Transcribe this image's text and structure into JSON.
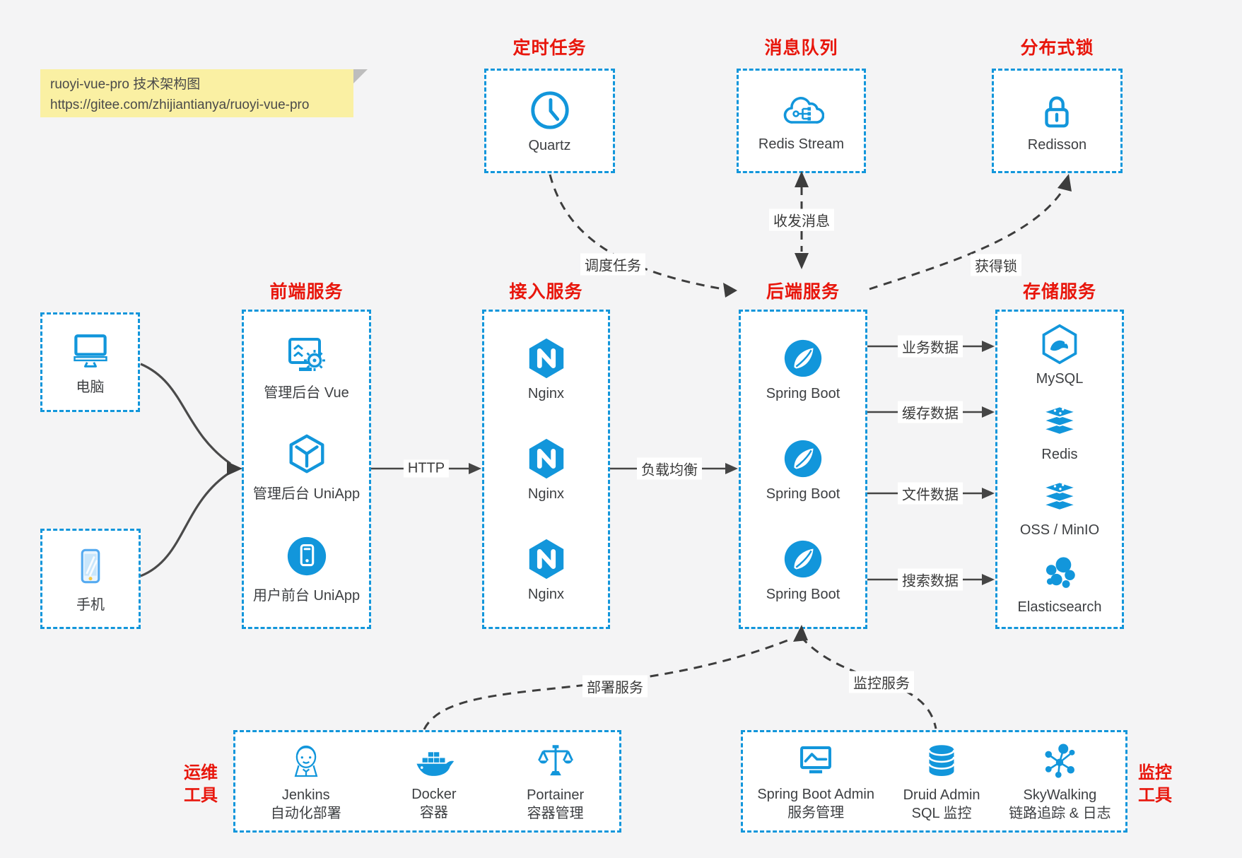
{
  "note": {
    "line1": "ruoyi-vue-pro 技术架构图",
    "line2": "https://gitee.com/zhijiantianya/ruoyi-vue-pro"
  },
  "colors": {
    "accent_blue": "#1296db",
    "title_red": "#e8160c",
    "note_yellow": "#faf0a3",
    "arrow_dark": "#454545"
  },
  "groups": {
    "scheduler": {
      "title": "定时任务",
      "items": [
        {
          "label": "Quartz",
          "icon": "clock-icon"
        }
      ]
    },
    "mq": {
      "title": "消息队列",
      "items": [
        {
          "label": "Redis Stream",
          "icon": "cloud-stream-icon"
        }
      ]
    },
    "lock": {
      "title": "分布式锁",
      "items": [
        {
          "label": "Redisson",
          "icon": "padlock-icon"
        }
      ]
    },
    "frontend": {
      "title": "前端服务",
      "items": [
        {
          "label": "管理后台 Vue",
          "icon": "admin-screen-gear-icon"
        },
        {
          "label": "管理后台 UniApp",
          "icon": "uniapp-cube-icon"
        },
        {
          "label": "用户前台 UniApp",
          "icon": "phone-circle-icon"
        }
      ]
    },
    "gateway": {
      "title": "接入服务",
      "items": [
        {
          "label": "Nginx",
          "icon": "nginx-icon"
        },
        {
          "label": "Nginx",
          "icon": "nginx-icon"
        },
        {
          "label": "Nginx",
          "icon": "nginx-icon"
        }
      ]
    },
    "backend": {
      "title": "后端服务",
      "items": [
        {
          "label": "Spring Boot",
          "icon": "spring-leaf-icon"
        },
        {
          "label": "Spring Boot",
          "icon": "spring-leaf-icon"
        },
        {
          "label": "Spring Boot",
          "icon": "spring-leaf-icon"
        }
      ]
    },
    "storage": {
      "title": "存储服务",
      "items": [
        {
          "label": "MySQL",
          "icon": "mysql-dolphin-icon"
        },
        {
          "label": "Redis",
          "icon": "redis-stack-icon"
        },
        {
          "label": "OSS / MinIO",
          "icon": "storage-stack-icon"
        },
        {
          "label": "Elasticsearch",
          "icon": "elasticsearch-icon"
        }
      ]
    },
    "devices": {
      "pc": {
        "label": "电脑",
        "icon": "desktop-icon"
      },
      "phone": {
        "label": "手机",
        "icon": "smartphone-icon"
      }
    },
    "ops": {
      "title_line1": "运维",
      "title_line2": "工具",
      "items": [
        {
          "name": "Jenkins",
          "desc": "自动化部署",
          "icon": "jenkins-icon"
        },
        {
          "name": "Docker",
          "desc": "容器",
          "icon": "docker-whale-icon"
        },
        {
          "name": "Portainer",
          "desc": "容器管理",
          "icon": "scales-icon"
        }
      ]
    },
    "monitor": {
      "title_line1": "监控",
      "title_line2": "工具",
      "items": [
        {
          "name": "Spring Boot Admin",
          "desc": "服务管理",
          "icon": "admin-chart-icon"
        },
        {
          "name": "Druid Admin",
          "desc": "SQL 监控",
          "icon": "database-icon"
        },
        {
          "name": "SkyWalking",
          "desc": "链路追踪 & 日志",
          "icon": "topology-icon"
        }
      ]
    }
  },
  "edges": {
    "http": "HTTP",
    "load_balance": "负载均衡",
    "biz_data": "业务数据",
    "cache_data": "缓存数据",
    "file_data": "文件数据",
    "search_data": "搜索数据",
    "schedule": "调度任务",
    "message": "收发消息",
    "acquire_lock": "获得锁",
    "deploy": "部署服务",
    "monitor": "监控服务"
  }
}
